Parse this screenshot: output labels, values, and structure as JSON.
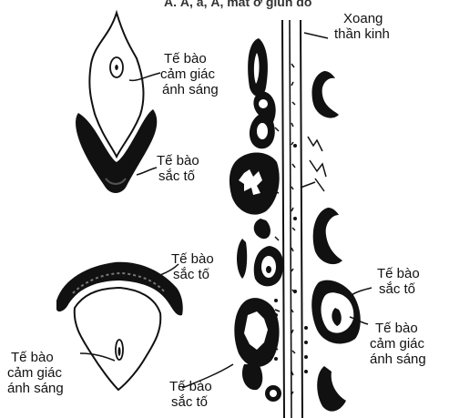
{
  "top_caption": "A. Ả, a, Ả, mắt ở giun đố",
  "labels": {
    "xoang_than_kinh": [
      "Xoang",
      "thần kinh"
    ],
    "cam_giac_top": [
      "Tế bào",
      "cảm giác",
      "ánh sáng"
    ],
    "sac_to_top": [
      "Tế bào",
      "sắc tố"
    ],
    "sac_to_mid": [
      "Tế bào",
      "sắc tố"
    ],
    "cam_giac_left": [
      "Tế bào",
      "cảm giác",
      "ánh sáng"
    ],
    "sac_to_bottom": [
      "Tế bào",
      "sắc tố"
    ],
    "sac_to_right": [
      "Tế bào",
      "sắc tố"
    ],
    "cam_giac_right": [
      "Tế bào",
      "cảm giác",
      "ánh sáng"
    ]
  }
}
